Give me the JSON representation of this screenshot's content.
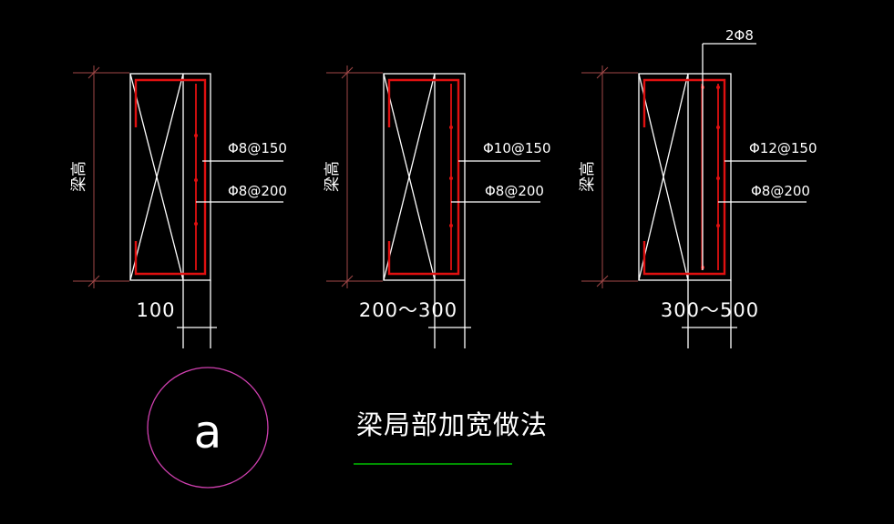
{
  "sections": [
    {
      "width_label": "100",
      "height_label": "梁高",
      "stirrup_label": "Φ8@150",
      "bar_label": "Φ8@200",
      "top_label": ""
    },
    {
      "width_label": "200～300",
      "height_label": "梁高",
      "stirrup_label": "Φ10@150",
      "bar_label": "Φ8@200",
      "top_label": ""
    },
    {
      "width_label": "300～500",
      "height_label": "梁高",
      "stirrup_label": "Φ12@150",
      "bar_label": "Φ8@200",
      "top_label": "2Φ8"
    }
  ],
  "detail_marker": {
    "letter": "a"
  },
  "title": "梁局部加宽做法",
  "colors": {
    "background": "#000000",
    "lines": "#ffffff",
    "rebar": "#e01010",
    "dimension": "#a24848",
    "marker_circle": "#d040b0",
    "title_underline": "#00c000"
  }
}
